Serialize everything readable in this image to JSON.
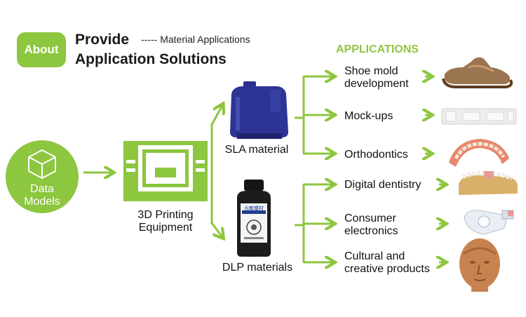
{
  "header": {
    "badge": "About",
    "title_line1": "Provide",
    "title_line2": "Application Solutions",
    "subtitle": "----- Material Applications"
  },
  "colors": {
    "accent": "#8dc63f",
    "text": "#1a1a1a"
  },
  "source": {
    "label_line1": "Data",
    "label_line2": "Models",
    "icon": "cube-icon"
  },
  "equipment": {
    "label_line1": "3D Printing",
    "label_line2": "Equipment",
    "icon": "printer-icon"
  },
  "materials": [
    {
      "label": "SLA material",
      "image": "resin-jug"
    },
    {
      "label": "DLP materials",
      "image": "resin-bottle"
    }
  ],
  "bottle_label": "光敏蠟材",
  "applications_heading": "APPLICATIONS",
  "applications": [
    {
      "line1": "Shoe mold",
      "line2": "development",
      "image": "shoe-mold"
    },
    {
      "line1": "Mock-ups",
      "line2": "",
      "image": "white-part"
    },
    {
      "line1": "Orthodontics",
      "line2": "",
      "image": "dental-arch"
    },
    {
      "line1": "Digital dentistry",
      "line2": "",
      "image": "dental-model"
    },
    {
      "line1": "Consumer",
      "line2": "electronics",
      "image": "clear-parts"
    },
    {
      "line1": "Cultural and",
      "line2": "creative products",
      "image": "head-sculpture"
    }
  ]
}
